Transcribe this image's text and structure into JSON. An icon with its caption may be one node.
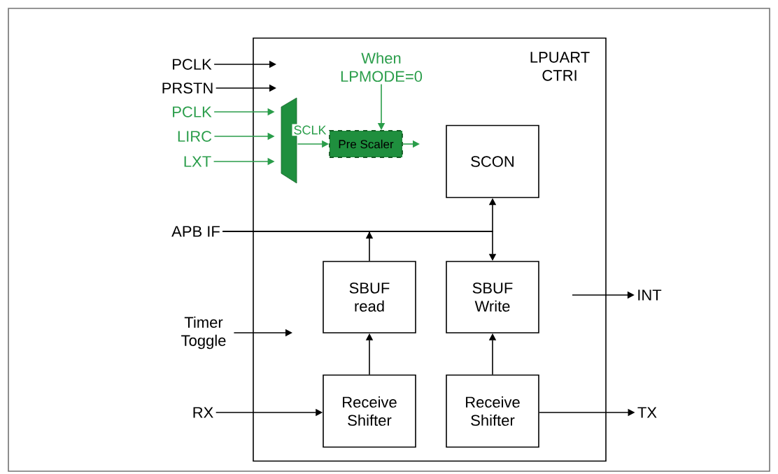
{
  "diagram": {
    "nodes": [
      {
        "text": [
          "LPUART CTRI"
        ]
      },
      {
        "text": [
          "PCLK"
        ]
      },
      {
        "text": [
          "PRSTN"
        ]
      },
      {
        "text": [
          "PCLK"
        ]
      },
      {
        "text": [
          "LIRC"
        ]
      },
      {
        "text": [
          "LXT"
        ]
      },
      {
        "text": [],
        "shape": "trapezoid",
        "in": 0
      },
      {
        "text": [
          "Pre Scaler"
        ],
        "in": 0
      },
      {
        "text": [
          "When LPMODE=0"
        ],
        "in": 0
      },
      {
        "text": [
          "SCON"
        ],
        "in": 0
      },
      {
        "text": [
          "APB IF"
        ]
      },
      {
        "text": [
          "SBUF read"
        ],
        "in": 0
      },
      {
        "text": [
          "SBUF Write"
        ],
        "in": 0
      },
      {
        "text": [
          "Timer Toggle"
        ]
      },
      {
        "text": [
          "INT"
        ]
      },
      {
        "text": [
          "Receive Shifter"
        ],
        "in": 0
      },
      {
        "text": [
          "Receive Shifter"
        ],
        "in": 0
      },
      {
        "text": [
          "RX"
        ]
      },
      {
        "text": [
          "TX"
        ]
      }
    ],
    "edges": [
      {
        "from": 1,
        "to": null,
        "arrow": "to"
      },
      {
        "from": 2,
        "to": null,
        "arrow": "to"
      },
      {
        "from": 3,
        "to": 6,
        "arrow": "to",
        "color": "#2a9d4a"
      },
      {
        "from": 4,
        "to": 6,
        "arrow": "to",
        "color": "#2a9d4a"
      },
      {
        "from": 5,
        "to": 6,
        "arrow": "to",
        "color": "#2a9d4a"
      },
      {
        "from": 6,
        "to": 7,
        "arrow": "to",
        "label": "SCLK",
        "color": "#2a9d4a"
      },
      {
        "from": 8,
        "to": 7,
        "arrow": "to",
        "color": "#2a9d4a"
      },
      {
        "from": 7,
        "to": null,
        "arrow": "to",
        "color": "#2a9d4a"
      },
      {
        "from": 10,
        "to": 9,
        "arrow": "to"
      },
      {
        "from": 10,
        "to": 12,
        "arrow": "to"
      },
      {
        "from": 11,
        "to": 10,
        "arrow": "to"
      },
      {
        "from": 13,
        "to": null,
        "arrow": "to"
      },
      {
        "from": null,
        "to": 14,
        "arrow": "to"
      },
      {
        "from": 17,
        "to": 15,
        "arrow": "to"
      },
      {
        "from": 15,
        "to": 11,
        "arrow": "to"
      },
      {
        "from": 16,
        "to": 12,
        "arrow": "to"
      },
      {
        "from": 16,
        "to": 18,
        "arrow": "to"
      }
    ]
  }
}
